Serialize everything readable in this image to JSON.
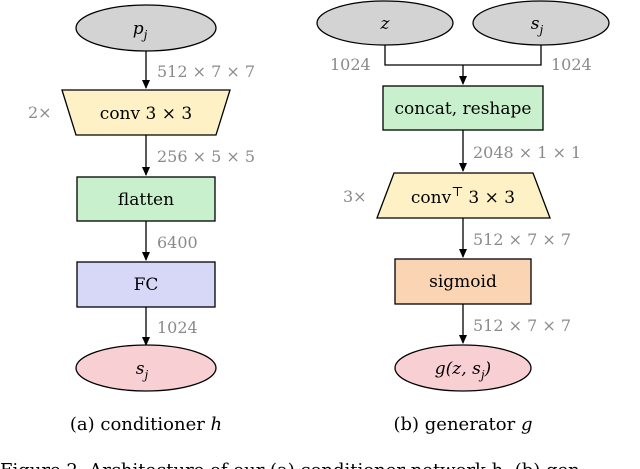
{
  "conditioner": {
    "input": "p",
    "input_sub": "j",
    "dim1": "512 × 7 × 7",
    "conv_repeat": "2×",
    "conv_label": "conv 3 × 3",
    "dim2": "256 × 5 × 5",
    "flatten_label": "flatten",
    "dim3": "6400",
    "fc_label": "FC",
    "dim4": "1024",
    "output": "s",
    "output_sub": "j",
    "caption_prefix": "(a) conditioner ",
    "caption_var": "h"
  },
  "generator": {
    "input_z": "z",
    "input_s": "s",
    "input_s_sub": "j",
    "dim_z": "1024",
    "dim_s": "1024",
    "concat_label": "concat, reshape",
    "dim1": "2048 × 1 × 1",
    "convt_repeat": "3×",
    "convt_label": "conv",
    "convt_sup": "⊤",
    "convt_kernel": "3 × 3",
    "dim2": "512 × 7 × 7",
    "sigmoid_label": "sigmoid",
    "dim3": "512 × 7 × 7",
    "output": "g(z, s",
    "output_sub": "j",
    "output_close": ")",
    "caption_prefix": "(b) generator ",
    "caption_var": "g"
  },
  "figure_caption": "Figure 2. Architecture of our (a) conditioner network h, (b) gen",
  "colors": {
    "ellipse_gray": "#d3d3d3",
    "ellipse_pink": "#f8d0d4",
    "box_yellow": "#fdf1c5",
    "box_green": "#c9f0cc",
    "box_blue": "#d7d8f8",
    "box_orange": "#fbd5b3",
    "dim_text": "#8a8a8a"
  }
}
